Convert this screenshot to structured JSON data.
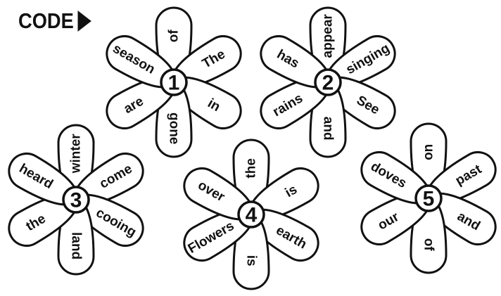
{
  "header": {
    "code_label": "CODE",
    "arrow_icon": "triangle-right-icon"
  },
  "flowers": [
    {
      "number": "1",
      "words": [
        "of",
        "The",
        "in",
        "gone",
        "are",
        "season"
      ]
    },
    {
      "number": "2",
      "words": [
        "appear",
        "singing",
        "See",
        "and",
        "rains",
        "has"
      ]
    },
    {
      "number": "3",
      "words": [
        "winter",
        "come",
        "cooing",
        "land",
        "the",
        "heard"
      ]
    },
    {
      "number": "4",
      "words": [
        "the",
        "is",
        "earth",
        "is",
        "Flowers",
        "over"
      ]
    },
    {
      "number": "5",
      "words": [
        "on",
        "past",
        "and",
        "of",
        "our",
        "doves"
      ]
    }
  ],
  "colors": {
    "ink": "#111111",
    "background": "#ffffff"
  }
}
